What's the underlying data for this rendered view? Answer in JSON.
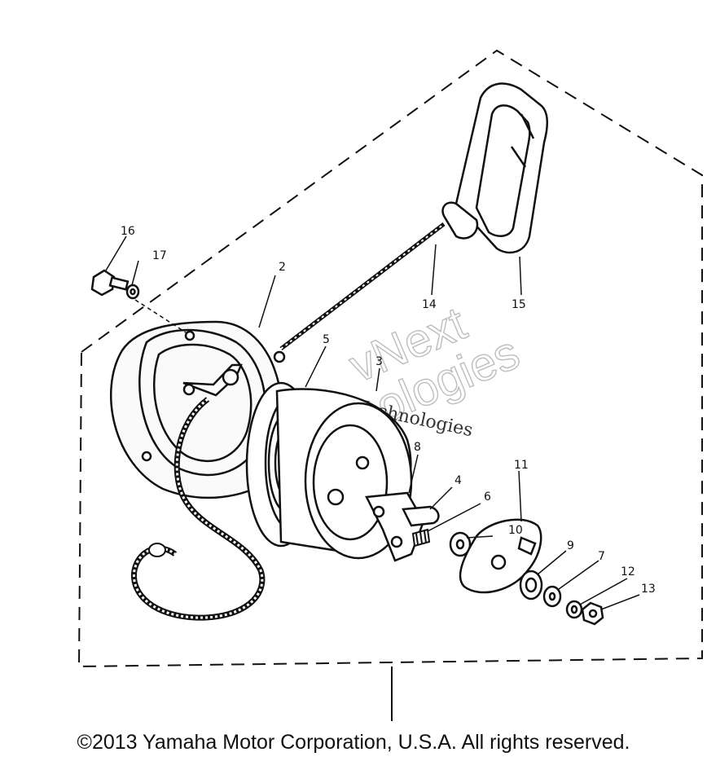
{
  "callouts": [
    "2",
    "3",
    "4",
    "5",
    "6",
    "7",
    "8",
    "9",
    "10",
    "11",
    "12",
    "13",
    "14",
    "15",
    "16",
    "17"
  ],
  "watermark": {
    "big_line1": "vNext",
    "big_line2": "Technologies",
    "small": "vNext Technologies"
  },
  "copyright": "©2013 Yamaha Motor Corporation, U.S.A. All rights reserved."
}
